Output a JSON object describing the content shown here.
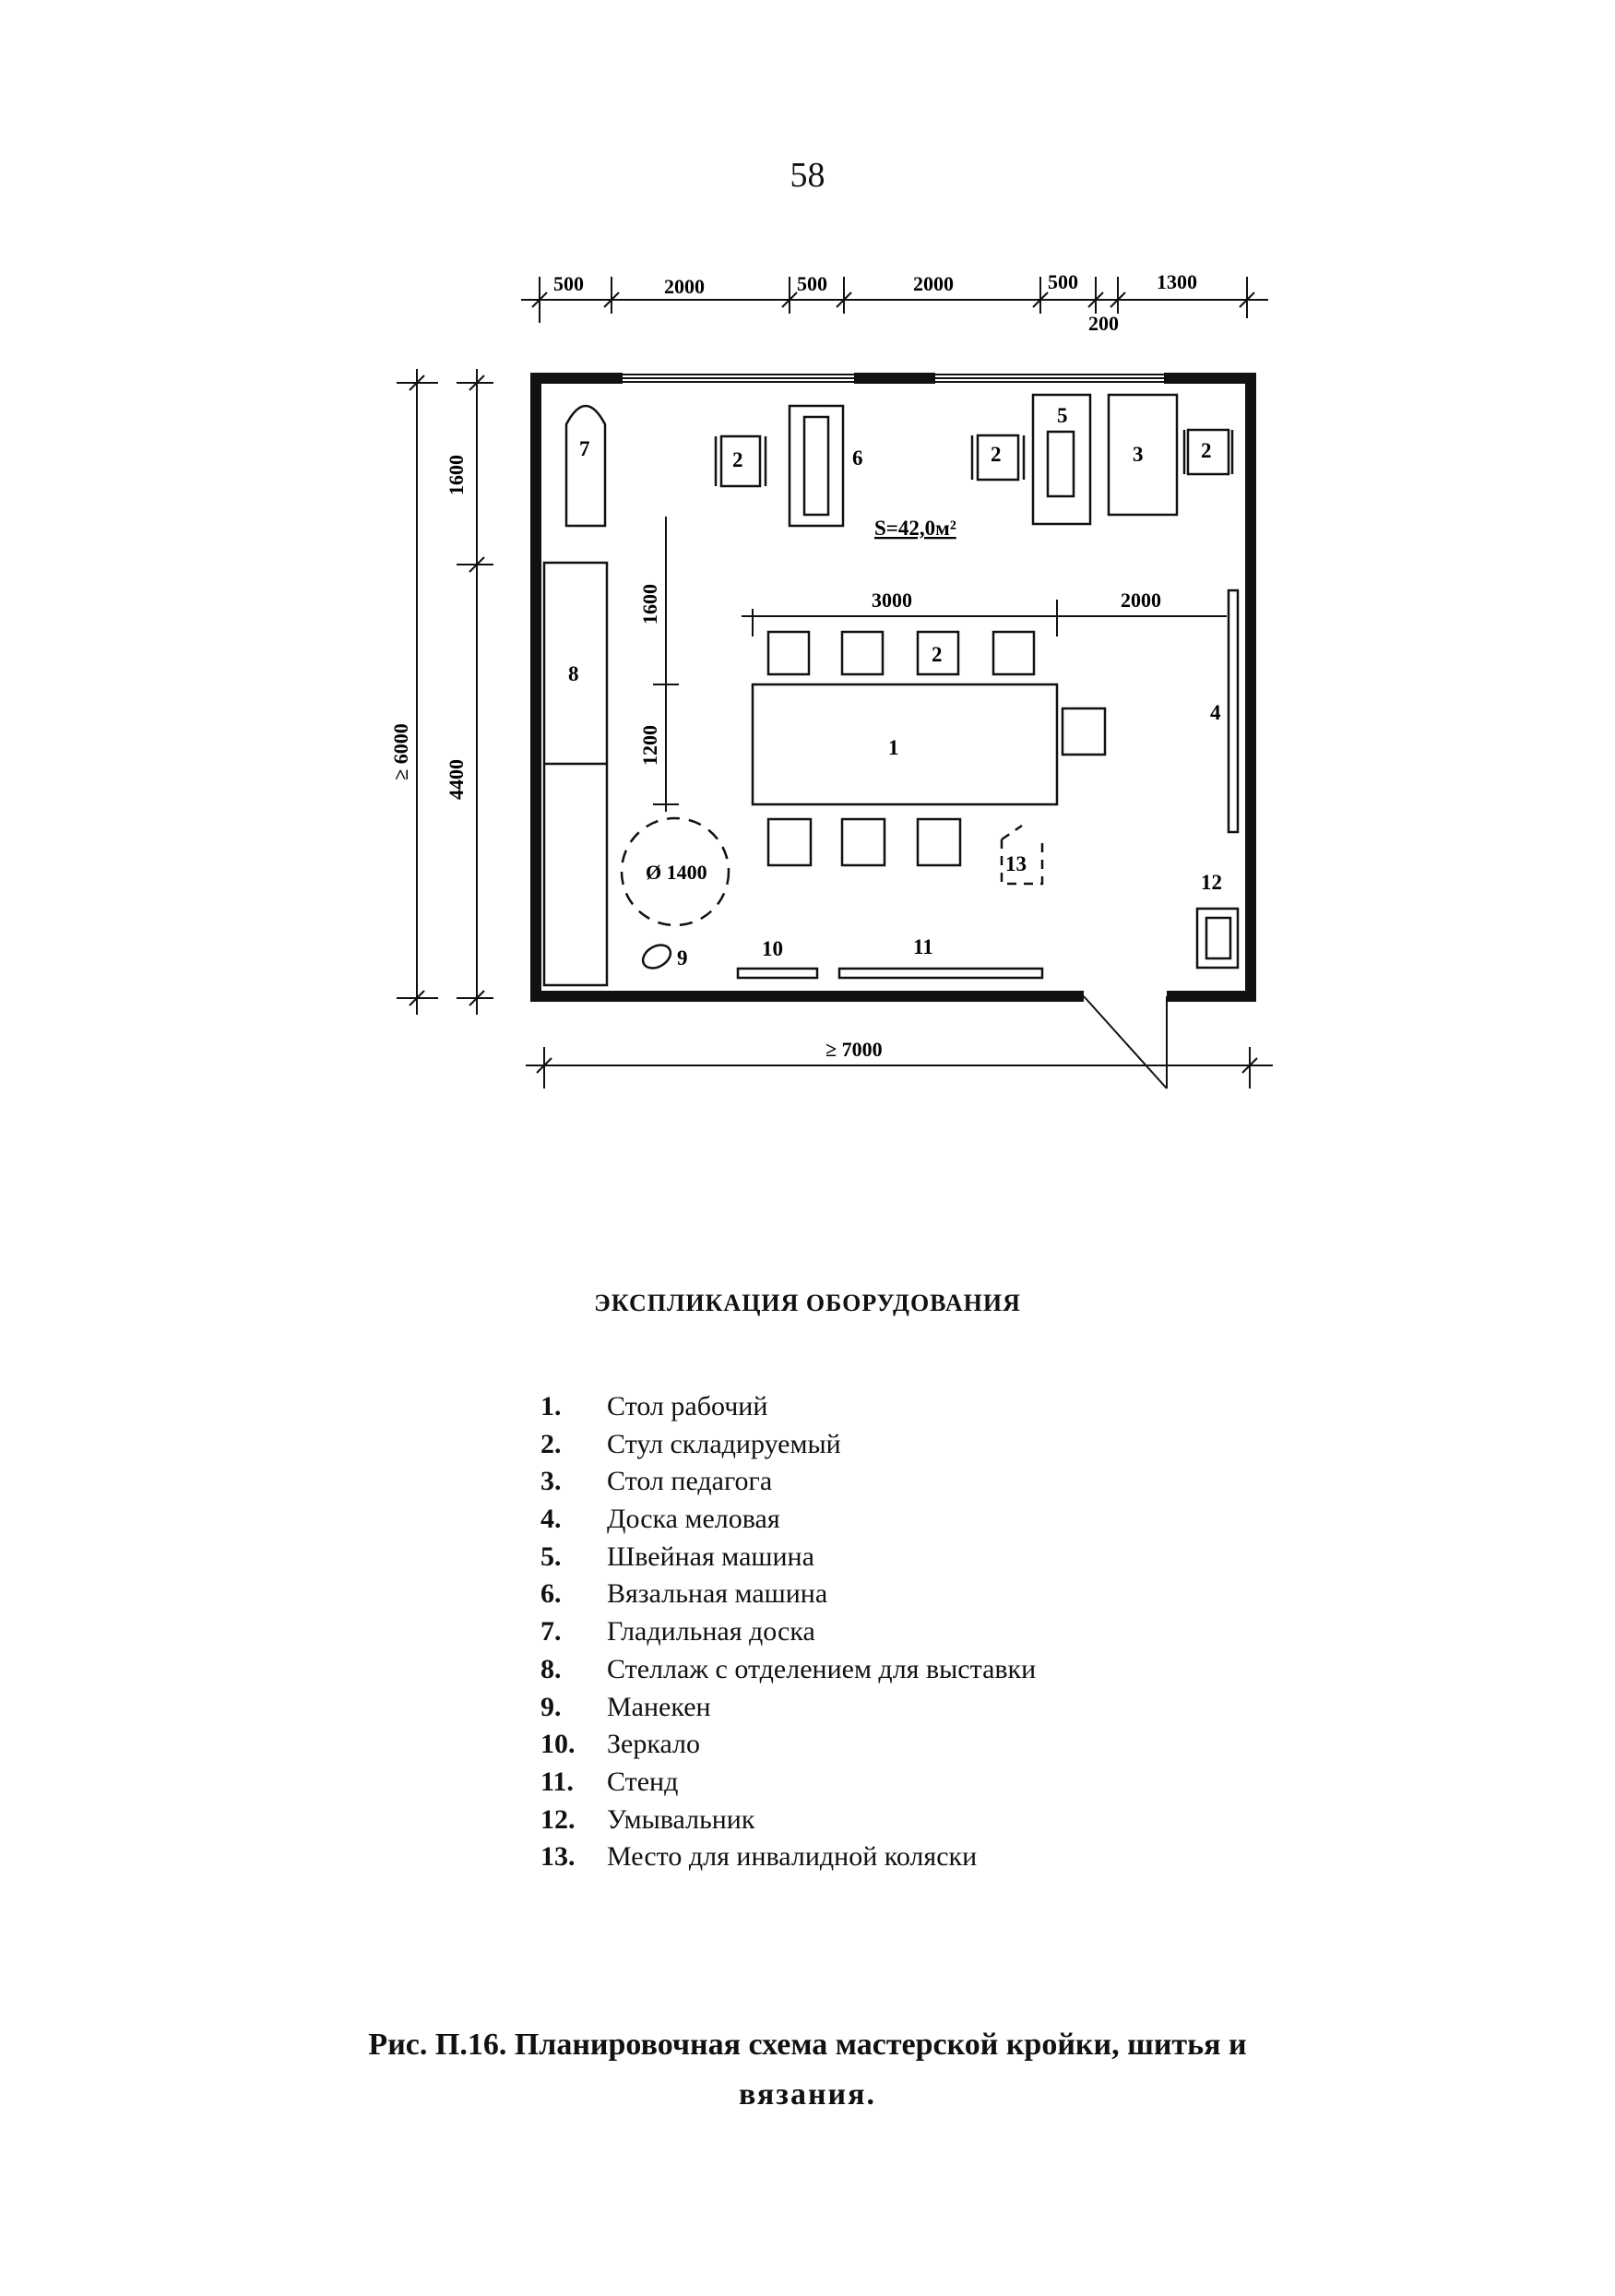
{
  "page_number": "58",
  "plan": {
    "top_dimensions": [
      "500",
      "2000",
      "500",
      "2000",
      "500",
      "200",
      "1300"
    ],
    "left_dimensions": [
      "≥ 6000",
      "1600",
      "4400"
    ],
    "inner_dimensions": [
      "1600",
      "1200",
      "3000",
      "2000"
    ],
    "bottom_dimension": "≥ 7000",
    "area_label": "S=42,0м²",
    "round_zone_label": "Ø 1400",
    "markers": [
      "1",
      "2",
      "3",
      "4",
      "5",
      "6",
      "7",
      "8",
      "9",
      "10",
      "11",
      "12",
      "13"
    ]
  },
  "explication": {
    "title": "ЭКСПЛИКАЦИЯ ОБОРУДОВАНИЯ",
    "items": [
      {
        "num": "1.",
        "text": "Стол рабочий"
      },
      {
        "num": "2.",
        "text": "Стул складируемый"
      },
      {
        "num": "3.",
        "text": "Стол педагога"
      },
      {
        "num": "4.",
        "text": "Доска меловая"
      },
      {
        "num": "5.",
        "text": "Швейная машина"
      },
      {
        "num": "6.",
        "text": "Вязальная машина"
      },
      {
        "num": "7.",
        "text": "Гладильная доска"
      },
      {
        "num": "8.",
        "text": "Стеллаж с отделением для выставки"
      },
      {
        "num": "9.",
        "text": "Манекен"
      },
      {
        "num": "10.",
        "text": "Зеркало"
      },
      {
        "num": "11.",
        "text": "Стенд"
      },
      {
        "num": "12.",
        "text": "Умывальник"
      },
      {
        "num": "13.",
        "text": "Место для инвалидной коляски"
      }
    ]
  },
  "caption": {
    "line1": "Рис. П.16.  Планировочная схема мастерской кройки, шитья и",
    "line2": "вязания."
  }
}
